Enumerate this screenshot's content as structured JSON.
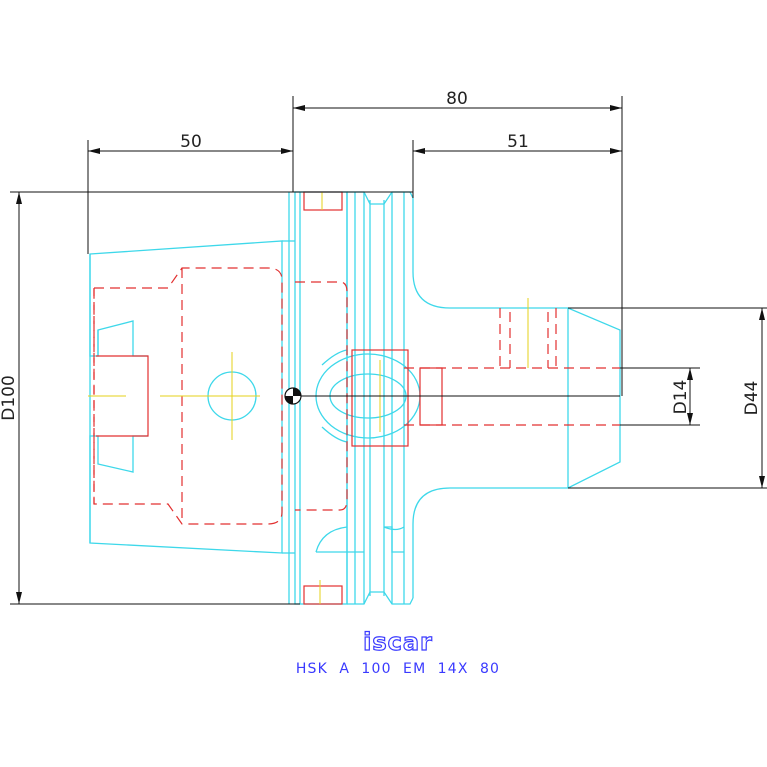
{
  "dimensions": {
    "top_total": "80",
    "left_width": "50",
    "right_width": "51",
    "outer_diameter": "D100",
    "bore_diameter": "D14",
    "shank_diameter": "D44"
  },
  "logo": {
    "text": "iscar"
  },
  "caption": "HSK  A  100  EM  14X  80",
  "colors": {
    "background": "#ffffff",
    "outline": "#3ed8ea",
    "hidden": "#e23030",
    "center": "#e6d21a",
    "dimension": "#111111",
    "logo": "#3a3aff"
  }
}
